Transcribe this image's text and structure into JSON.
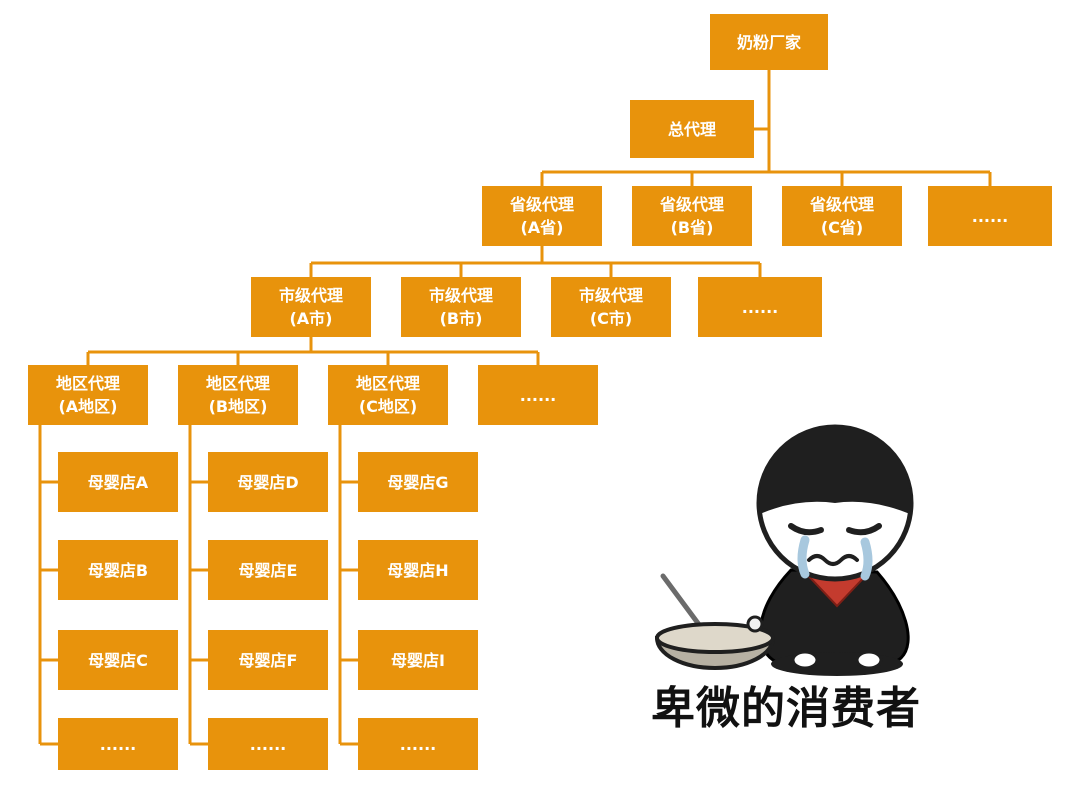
{
  "org": {
    "manufacturer": {
      "label": "奶粉厂家"
    },
    "general_agent": {
      "label": "总代理"
    },
    "province": [
      {
        "line1": "省级代理",
        "line2": "(A省)"
      },
      {
        "line1": "省级代理",
        "line2": "(B省)"
      },
      {
        "line1": "省级代理",
        "line2": "(C省)"
      },
      {
        "line1": "......"
      }
    ],
    "city": [
      {
        "line1": "市级代理",
        "line2": "(A市)"
      },
      {
        "line1": "市级代理",
        "line2": "(B市)"
      },
      {
        "line1": "市级代理",
        "line2": "(C市)"
      },
      {
        "line1": "......"
      }
    ],
    "district": [
      {
        "line1": "地区代理",
        "line2": "(A地区)"
      },
      {
        "line1": "地区代理",
        "line2": "(B地区)"
      },
      {
        "line1": "地区代理",
        "line2": "(C地区)"
      },
      {
        "line1": "......"
      }
    ],
    "stores": {
      "col1": [
        "母婴店A",
        "母婴店B",
        "母婴店C",
        "......"
      ],
      "col2": [
        "母婴店D",
        "母婴店E",
        "母婴店F",
        "......"
      ],
      "col3": [
        "母婴店G",
        "母婴店H",
        "母婴店I",
        "......"
      ]
    }
  },
  "caption": "卑微的消费者",
  "illustration": "crying-kneeling-consumer-with-begging-bowl",
  "colors": {
    "box": "#E8930C",
    "line": "#E8930C",
    "text": "#FFFFFF",
    "caption": "#111111"
  }
}
